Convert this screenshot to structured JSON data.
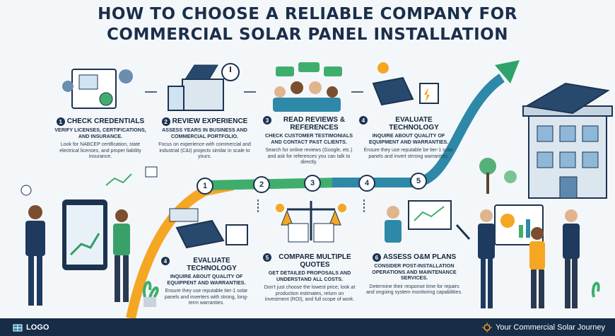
{
  "title_line1": "HOW TO CHOOSE A RELIABLE COMPANY FOR",
  "title_line2": "COMMERCIAL SOLAR PANEL INSTALLATION",
  "steps": [
    {
      "num": "1",
      "title": "CHECK CREDENTIALS",
      "sub": "VERIFY LICENSES, CERTIFICATIONS, AND INSURANCE.",
      "desc": "Look for NABCEP certification, state electrical licenses, and proper liability insurance."
    },
    {
      "num": "2",
      "title": "REVIEW EXPERIENCE",
      "sub": "ASSESS YEARS IN BUSINESS AND COMMERCIAL PORTFOLIO.",
      "desc": "Focus on experience with commercial and industrial (C&I) projects similar in scale to yours."
    },
    {
      "num": "3",
      "title": "READ REVIEWS & REFERENCES",
      "sub": "CHECK CUSTOMER TESTIMONIALS AND CONTACT PAST CLIENTS.",
      "desc": "Search for online reviews (Google, etc.) and ask for references you can talk to directly."
    },
    {
      "num": "4",
      "title": "EVALUATE TECHNOLOGY",
      "sub": "INQUIRE ABOUT QUALITY OF EQUIPMENT AND WARRANTIES.",
      "desc": "Ensure they use reputable be tier-1 solar panels and invert strrong warranties."
    },
    {
      "num": "4",
      "title": "EVALUATE TECHNOLOGY",
      "sub": "INQUIRE ABOUT QUALITY OF EQUIPPENT AND WARRANTIES.",
      "desc": "Ensure they use reputable tier-1 solar panels and inverters with strong, long-term warranties."
    },
    {
      "num": "5",
      "title": "COMPARE MULTIPLE QUOTES",
      "sub": "GET DETAILED PROPOSALS AND UNDERSTAND ALL COSTS.",
      "desc": "Don't just choose the lowest price; look at production estimates, return on investment (ROI), and full scope of work."
    },
    {
      "num": "6",
      "title": "ASSESS O&M PLANS",
      "sub": "CONSIDER POST-INSTALLATION OPERATIONS AND MAINTENANCE SERVICES.",
      "desc": "Determine their response time for repairs and ongoing system monitoring capabilities."
    }
  ],
  "path_nodes": [
    "1",
    "2",
    "3",
    "4",
    "5"
  ],
  "footer": {
    "logo": "LOGO",
    "tagline": "Your Commercial Solar Journey"
  },
  "colors": {
    "navy": "#1c3350",
    "orange": "#f5a623",
    "green": "#2e9e63",
    "teal": "#2e7d9a"
  }
}
